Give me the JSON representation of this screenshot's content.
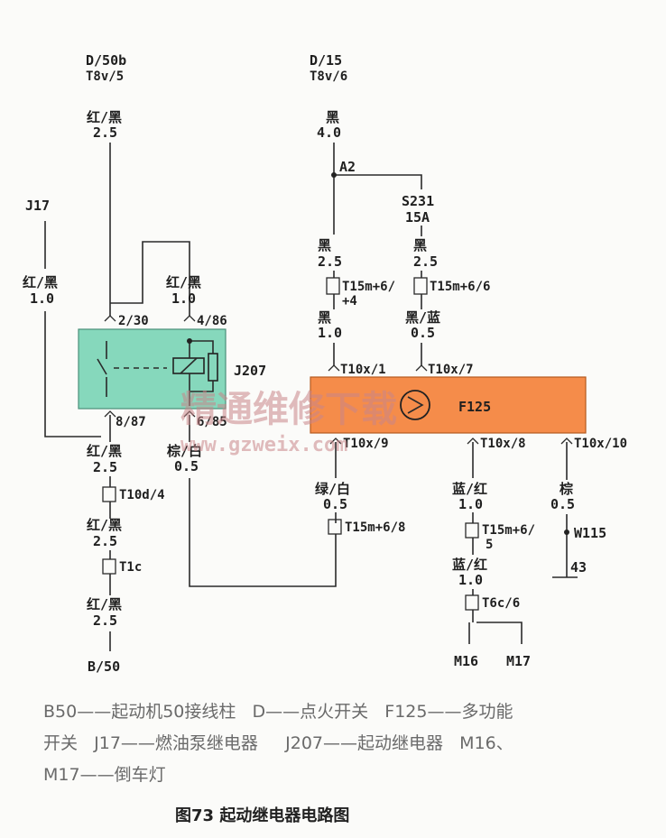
{
  "diagram": {
    "top_left": {
      "name": "D/50b",
      "pin": "T8v/5",
      "wire": "红/黑",
      "size": "2.5"
    },
    "top_right": {
      "name": "D/15",
      "pin": "T8v/6",
      "wire": "黑",
      "size": "4.0"
    },
    "j17": {
      "name": "J17",
      "wire": "红/黑",
      "size": "1.0"
    },
    "a2": "A2",
    "fuse": {
      "name": "S231",
      "rating": "15A"
    },
    "j207": {
      "name": "J207",
      "pin1": "2/30",
      "pin2": "4/86",
      "pin3": "8/87",
      "pin4": "6/85",
      "wire_486": "红/黑",
      "size_486": "1.0",
      "wire_685": "棕/白",
      "size_685": "0.5",
      "color": "#86d8bc"
    },
    "mid_left": {
      "wire": "黑",
      "size": "2.5",
      "conn": "T15m+6/",
      "conn2": "+4",
      "wire2": "黑",
      "size2": "1.0",
      "pin": "T10x/1"
    },
    "mid_right": {
      "wire": "黑",
      "size": "2.5",
      "conn": "T15m+6/6",
      "wire2": "黑/蓝",
      "size2": "0.5",
      "pin": "T10x/7"
    },
    "f125": {
      "name": "F125",
      "color": "#f58c4a",
      "pin9": "T10x/9",
      "pin8": "T10x/8",
      "pin10": "T10x/10"
    },
    "lower_left": {
      "w1": "红/黑",
      "s1": "2.5",
      "c1": "T10d/4",
      "w2": "红/黑",
      "s2": "2.5",
      "c2": "T1c",
      "w3": "红/黑",
      "s3": "2.5",
      "end": "B/50"
    },
    "green": {
      "wire": "绿/白",
      "size": "0.5",
      "conn": "T15m+6/8"
    },
    "blue": {
      "w1": "蓝/红",
      "s1": "1.0",
      "c1": "T15m+6/",
      "c1b": "5",
      "w2": "蓝/红",
      "s2": "1.0",
      "c2": "T6c/6",
      "m16": "M16",
      "m17": "M17"
    },
    "brown": {
      "wire": "棕",
      "size": "0.5",
      "w115": "W115",
      "ground": "43"
    },
    "watermark": {
      "cn": "精通维修下载",
      "url": "www.gzweix.com"
    }
  },
  "legend": {
    "line1a": "B50——起动机50接线柱",
    "line1b": "D——点火开关",
    "line1c": "F125——多功能",
    "line2a": "开关",
    "line2b": "J17——燃油泵继电器",
    "line2c": "J207——起动继电器",
    "line2d": "M16、",
    "line3": "M17——倒车灯"
  },
  "caption": "图73 起动继电器电路图"
}
